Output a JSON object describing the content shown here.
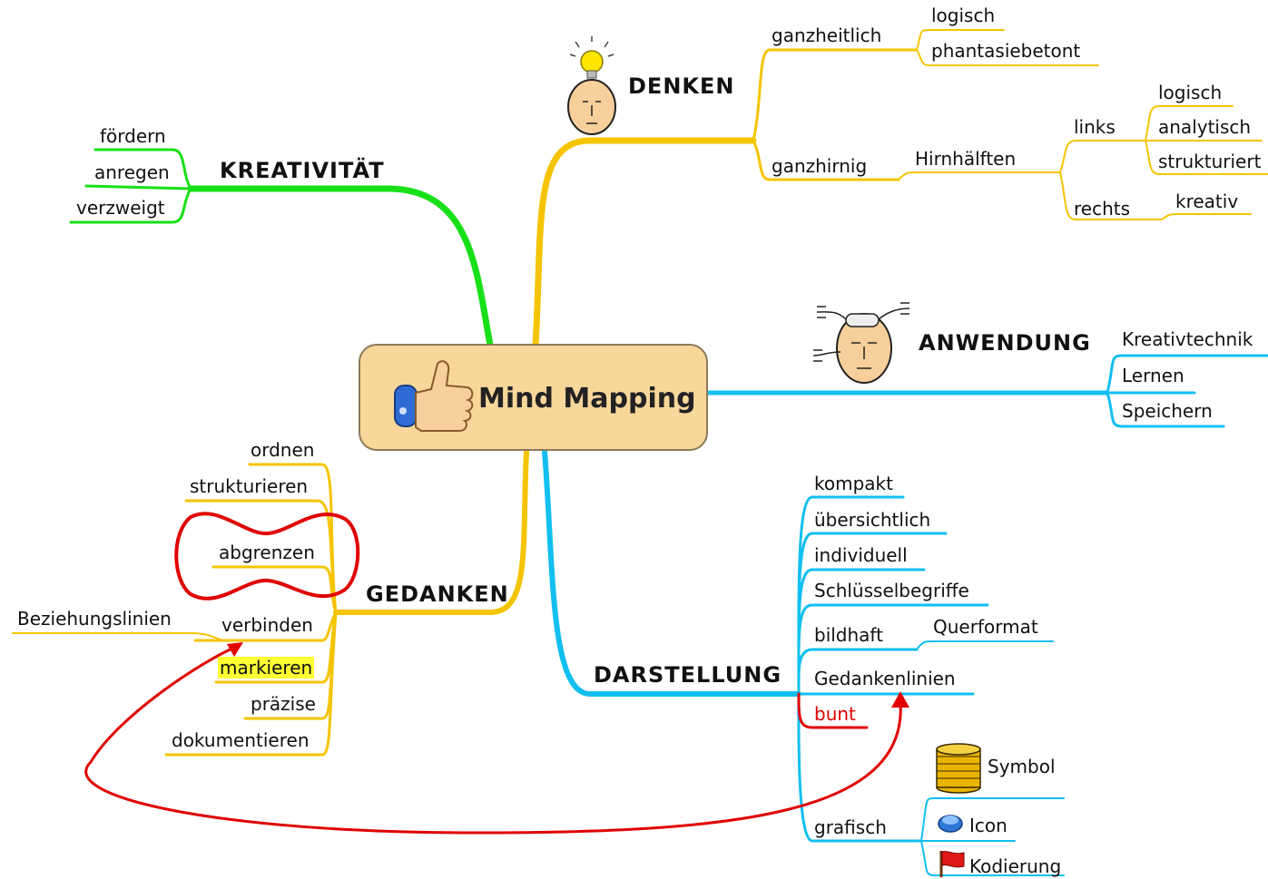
{
  "center": {
    "title": "Mind Mapping",
    "icon": "thumbs-up-icon"
  },
  "colors": {
    "kreativitaet": "#18e018",
    "denken": "#f5c400",
    "anwendung": "#11bff0",
    "gedanken": "#f5c400",
    "darstellung": "#11bff0",
    "relation": "#e00000",
    "highlight": "#ffff33"
  },
  "kreativitaet": {
    "label": "KREATIVITÄT",
    "children": [
      "fördern",
      "anregen",
      "verzweigt"
    ]
  },
  "denken": {
    "label": "DENKEN",
    "icon": "lightbulb-head-icon",
    "ganzheitlich": {
      "label": "ganzheitlich",
      "children": [
        "logisch",
        "phantasiebetont"
      ]
    },
    "ganzhirnig": {
      "label": "ganzhirnig",
      "hirnhaelften": {
        "label": "Hirnhälften",
        "links": {
          "label": "links",
          "children": [
            "logisch",
            "analytisch",
            "strukturiert"
          ]
        },
        "rechts": {
          "label": "rechts",
          "children": [
            "kreativ"
          ]
        }
      }
    }
  },
  "anwendung": {
    "label": "ANWENDUNG",
    "icon": "wired-head-icon",
    "children": [
      "Kreativtechnik",
      "Lernen",
      "Speichern"
    ]
  },
  "gedanken": {
    "label": "GEDANKEN",
    "children": [
      "ordnen",
      "strukturieren",
      "abgrenzen",
      "verbinden",
      "markieren",
      "präzise",
      "dokumentieren"
    ],
    "beziehungslinien": "Beziehungslinien"
  },
  "darstellung": {
    "label": "DARSTELLUNG",
    "children": [
      "kompakt",
      "übersichtlich",
      "individuell",
      "Schlüsselbegriffe",
      "bildhaft",
      "Gedankenlinien",
      "bunt",
      "grafisch"
    ],
    "querformat": "Querformat",
    "grafisch_children": [
      {
        "label": "Symbol",
        "icon": "coin-stack-icon"
      },
      {
        "label": "Icon",
        "icon": "blue-button-icon"
      },
      {
        "label": "Kodierung",
        "icon": "red-flag-icon"
      }
    ]
  }
}
